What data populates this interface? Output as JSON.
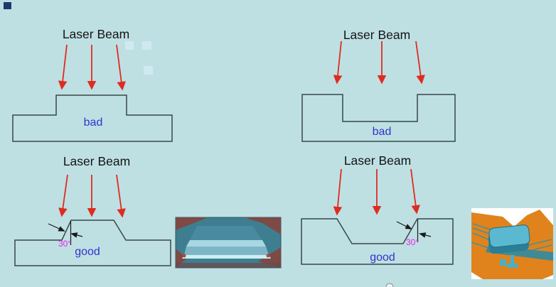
{
  "slide": {
    "description_texts_only_visible": true
  },
  "colors": {
    "background": "#bee0e3",
    "outline": "#39474a",
    "arrow_red": "#e02b20",
    "verdict_blue": "#3333cc",
    "angle_magenta": "#ee22ee",
    "title_black": "#141414",
    "corner_square_navy": "#1e3a6e",
    "faint_square_blue": "#cfe9f2",
    "annotation_black": "#1a1a1a"
  },
  "panels": {
    "top_left": {
      "title": "Laser Beam",
      "verdict": "bad"
    },
    "top_right": {
      "title": "Laser Beam",
      "verdict": "bad"
    },
    "bottom_left": {
      "title": "Laser Beam",
      "verdict": "good",
      "angle_label": "30°"
    },
    "bottom_right": {
      "title": "Laser Beam",
      "verdict": "good",
      "angle_label": "30°"
    }
  },
  "insets": {
    "left_render": {
      "base_teal": "#3f7e90",
      "corner_red": "#7d4a46",
      "bevel_highlight": "#a6d7e3",
      "front_face": "#7fb6c6",
      "bottom_highlight": "#cdeef4"
    },
    "right_render": {
      "background": "#ffffff",
      "orange": "#e0831c",
      "teal": "#5ab9d0",
      "teal_dark": "#2a7e96"
    }
  }
}
